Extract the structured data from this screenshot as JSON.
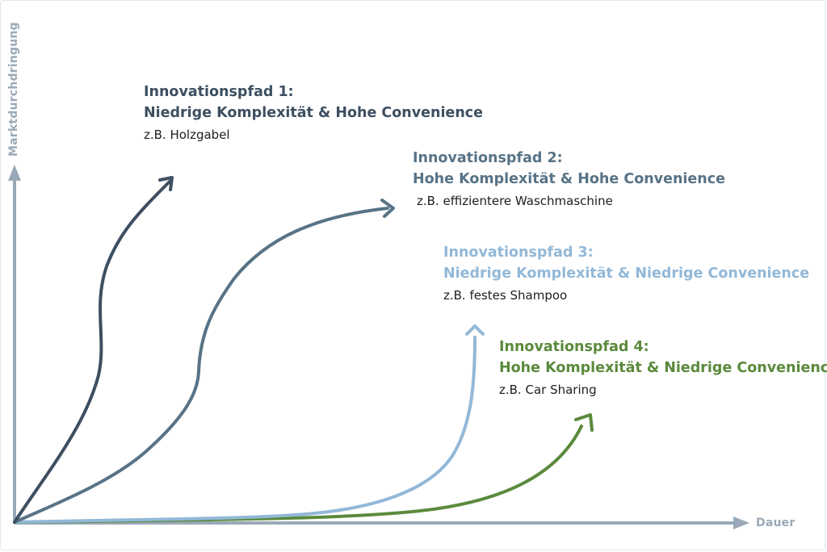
{
  "axes": {
    "y_label": "Marktdurchdringung",
    "x_label": "Dauer",
    "color": "#9aa9b7"
  },
  "paths": [
    {
      "title": "Innovationspfad 1:",
      "subtitle": "Niedrige Komplexität & Hohe Convenience",
      "example": "z.B. Holzgabel",
      "color": "#3d4f61"
    },
    {
      "title": "Innovationspfad 2:",
      "subtitle": "Hohe Komplexität & Hohe Convenience",
      "example": "z.B. effizientere Waschmaschine",
      "color": "#587386"
    },
    {
      "title": "Innovationspfad 3:",
      "subtitle": "Niedrige Komplexität & Niedrige Convenience",
      "example": "z.B. festes Shampoo",
      "color": "#92b8d8"
    },
    {
      "title": "Innovationspfad 4:",
      "subtitle": "Hohe Komplexität & Niedrige Convenience",
      "example": "z.B. Car Sharing",
      "color": "#5a8a3c"
    }
  ]
}
